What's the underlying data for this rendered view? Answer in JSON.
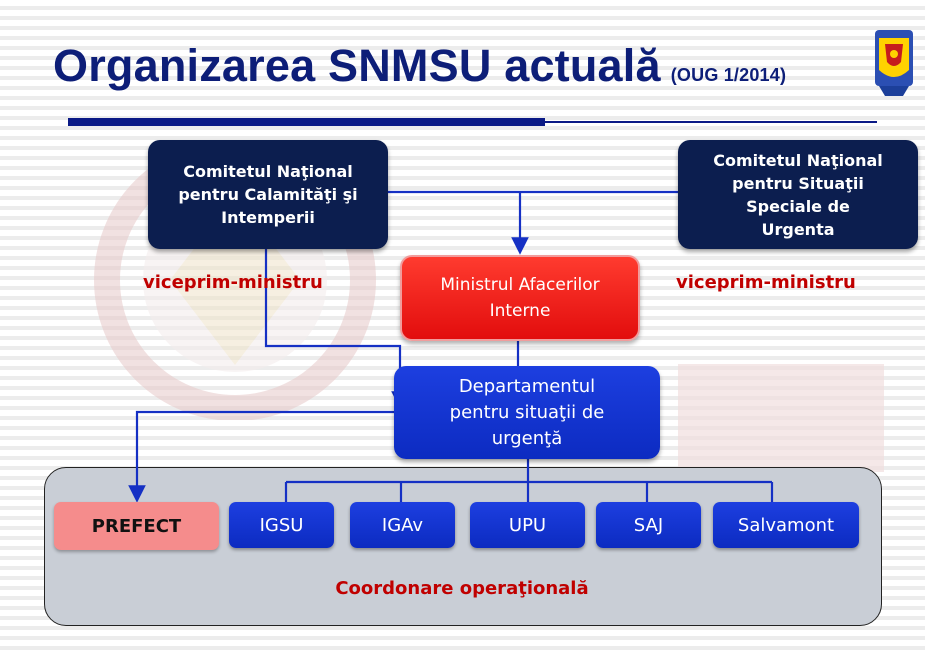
{
  "header": {
    "title": "Organizarea SNMSU actuală",
    "title_sub": "(OUG 1/2014)"
  },
  "nodes": {
    "cncsi": "Comitetul Naţional pentru Calamităţi şi Intemperii",
    "cnssu": "Comitetul Naţional pentru Situaţii Speciale de Urgenta",
    "mai": "Ministrul Afacerilor Interne",
    "dsu": "Departamentul pentru situaţii de urgenţă",
    "prefect": "PREFECT",
    "igsu": "IGSU",
    "igav": "IGAv",
    "upu": "UPU",
    "saj": "SAJ",
    "salvamont": "Salvamont"
  },
  "labels": {
    "left_vpm": "viceprim-ministru",
    "right_vpm": "viceprim-ministru",
    "coordination": "Coordonare operaţională"
  },
  "colors": {
    "title": "#0d1e78",
    "navy": "#0c1e4f",
    "red": "#e20d0d",
    "blue": "#1633d6",
    "label_red": "#c00000",
    "prefect": "#f58c8c"
  }
}
